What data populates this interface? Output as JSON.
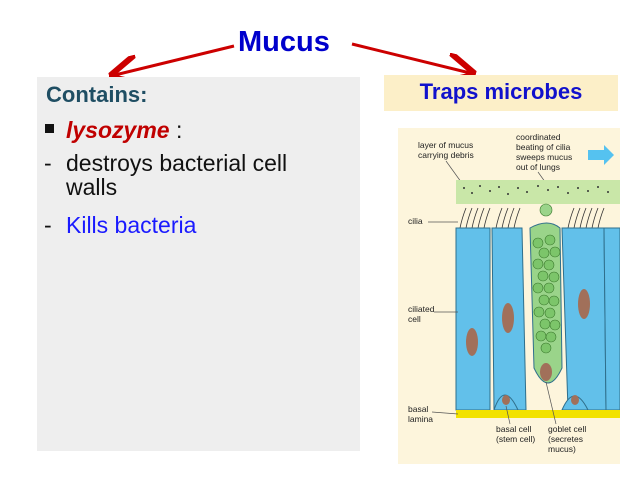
{
  "title": "Mucus",
  "left": {
    "heading": "Contains:",
    "enzyme": "lysozyme",
    "enzyme_suffix": " :",
    "dash": "-",
    "point1_line1": "destroys bacterial cell",
    "point1_line2": "walls",
    "point2": "Kills bacteria"
  },
  "right": {
    "heading": "Traps microbes",
    "figure": {
      "layer_of_mucus": "layer of mucus",
      "carrying_debris": "carrying debris",
      "coordinated": "coordinated",
      "beating_of_cilia": "beating of cilia",
      "sweeps_mucus": "sweeps mucus",
      "out_of_lungs": "out of lungs",
      "cilia": "cilia",
      "ciliated": "ciliated",
      "cell": "cell",
      "basal": "basal",
      "lamina": "lamina",
      "basal_cell": "basal cell",
      "stem_cell": "(stem cell)",
      "goblet_cell": "goblet cell",
      "secretes": "(secretes",
      "mucus_close": "mucus)"
    }
  },
  "colors": {
    "title": "#0000cc",
    "arrow": "#cc0000",
    "lysozyme": "#c00000",
    "kills": "#1a1aff",
    "cell_fill": "#62c0ea",
    "mucus_layer": "#c9e7a8",
    "basal_lamina": "#f2e200"
  }
}
